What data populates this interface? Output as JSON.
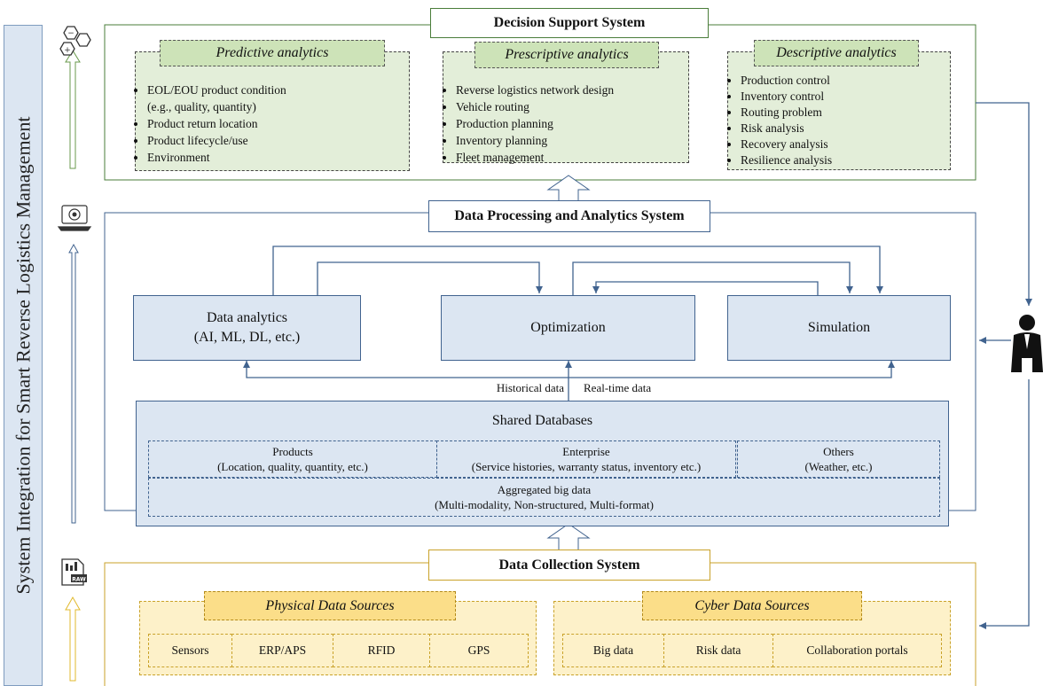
{
  "side_title": "System Integration for Smart Reverse Logistics Management",
  "icons": {
    "decision": "hexagon-network-icon",
    "processing": "laptop-gear-icon",
    "collection": "raw-data-file-icon",
    "user": "businessman-icon"
  },
  "decision_support": {
    "title": "Decision Support System",
    "predictive": {
      "heading": "Predictive analytics",
      "items": [
        "EOL/EOU product condition",
        "(e.g., quality, quantity)",
        "Product return location",
        "Product lifecycle/use",
        "Environment"
      ]
    },
    "prescriptive": {
      "heading": "Prescriptive analytics",
      "items": [
        "Reverse logistics network design",
        "Vehicle routing",
        "Production planning",
        "Inventory planning",
        "Fleet management"
      ]
    },
    "descriptive": {
      "heading": "Descriptive analytics",
      "items": [
        "Production control",
        "Inventory control",
        "Routing problem",
        "Risk analysis",
        "Recovery analysis",
        "Resilience analysis"
      ]
    }
  },
  "processing": {
    "title": "Data Processing and Analytics System",
    "data_analytics": {
      "line1": "Data analytics",
      "line2": "(AI, ML, DL, etc.)"
    },
    "optimization": "Optimization",
    "simulation": "Simulation",
    "historical": "Historical data",
    "realtime": "Real-time data",
    "shared": {
      "title": "Shared Databases",
      "products": {
        "line1": "Products",
        "line2": "(Location, quality, quantity, etc.)"
      },
      "enterprise": {
        "line1": "Enterprise",
        "line2": "(Service histories, warranty status, inventory etc.)"
      },
      "others": {
        "line1": "Others",
        "line2": "(Weather, etc.)"
      },
      "aggregated": {
        "line1": "Aggregated big data",
        "line2": "(Multi-modality, Non-structured, Multi-format)"
      }
    }
  },
  "collection": {
    "title": "Data Collection System",
    "physical": {
      "heading": "Physical Data Sources",
      "items": [
        "Sensors",
        "ERP/APS",
        "RFID",
        "GPS"
      ]
    },
    "cyber": {
      "heading": "Cyber Data Sources",
      "items": [
        "Big data",
        "Risk data",
        "Collaboration portals"
      ]
    }
  },
  "colors": {
    "green_border": "#4a7d3a",
    "green_fill": "#e3eed9",
    "green_head": "#cde3b8",
    "blue_border": "#41638f",
    "blue_fill": "#dce6f2",
    "yellow_border": "#c9a22a",
    "yellow_fill": "#fdf1c9",
    "yellow_head": "#fbde89"
  }
}
